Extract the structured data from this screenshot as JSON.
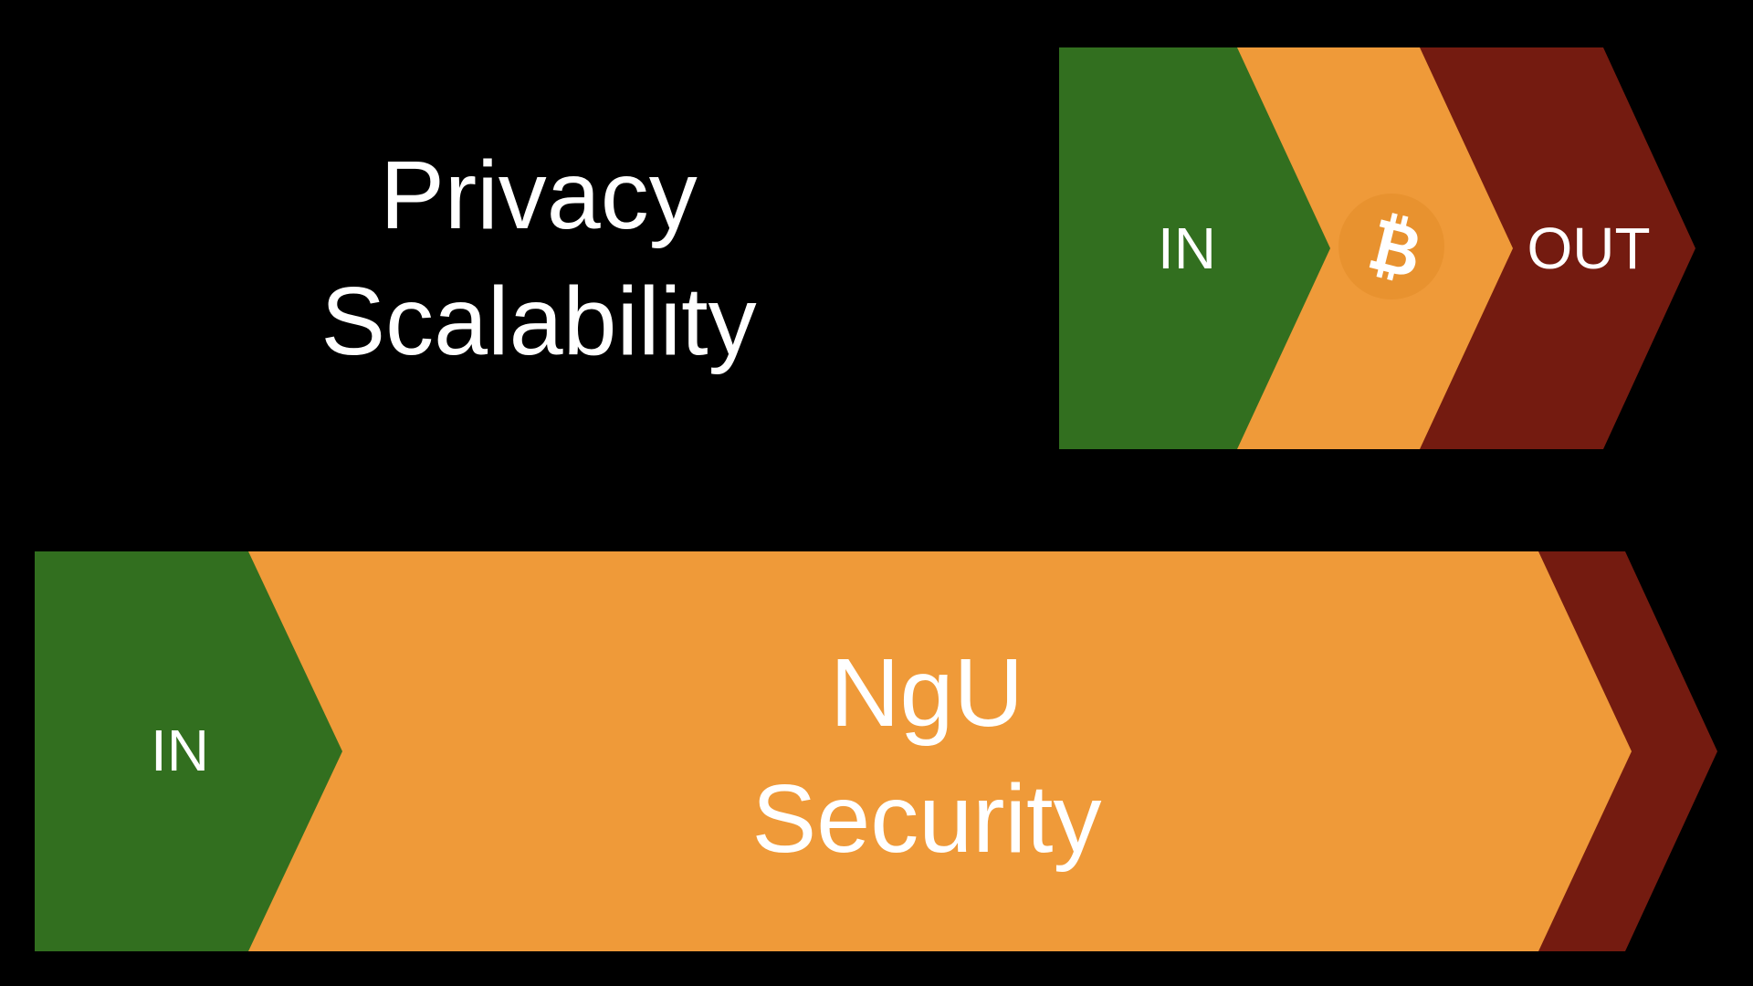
{
  "colors": {
    "background": "#000000",
    "green": "#326f1f",
    "orange": "#ef9a39",
    "dark_red": "#741b10",
    "text": "#ffffff"
  },
  "top_left": {
    "line1": "Privacy",
    "line2": "Scalability"
  },
  "top_flow": {
    "in_label": "IN",
    "middle_icon": "bitcoin-icon",
    "out_label": "OUT"
  },
  "bottom_flow": {
    "in_label": "IN",
    "line1": "NgU",
    "line2": "Security"
  }
}
